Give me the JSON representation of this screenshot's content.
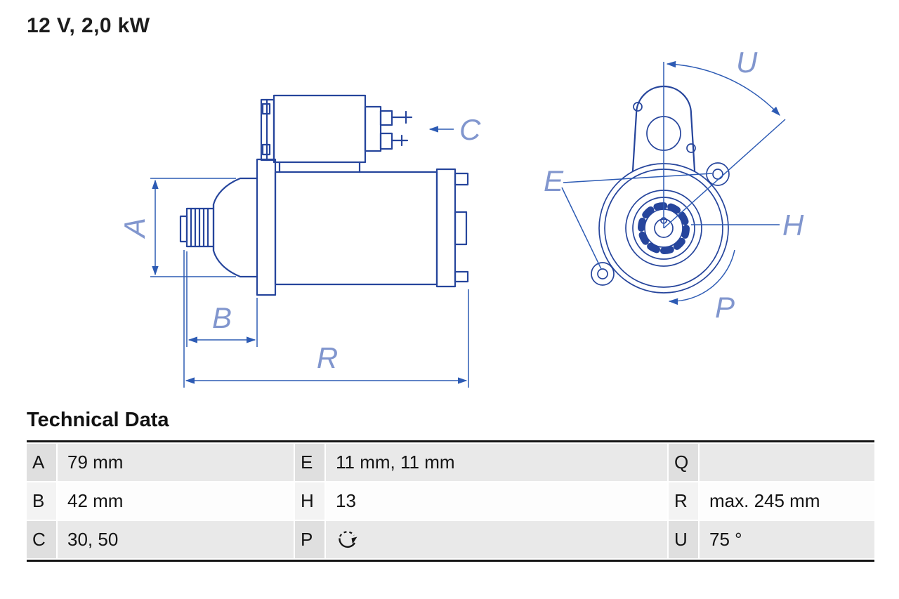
{
  "title": "12 V, 2,0 kW",
  "colors": {
    "outline": "#26459c",
    "dim": "#2d5bb4",
    "label": "#8196ce"
  },
  "drawing": {
    "description": "starter-motor side view and drive-end view with dimension callouts",
    "labels": {
      "A": "A",
      "B": "B",
      "C": "C",
      "R": "R",
      "U": "U",
      "E": "E",
      "H": "H",
      "P": "P"
    }
  },
  "technical_data": {
    "heading": "Technical Data",
    "rows": [
      [
        {
          "key": "A",
          "value": "79 mm"
        },
        {
          "key": "E",
          "value": "11 mm, 11 mm"
        },
        {
          "key": "Q",
          "value": ""
        }
      ],
      [
        {
          "key": "B",
          "value": "42 mm"
        },
        {
          "key": "H",
          "value": "13"
        },
        {
          "key": "R",
          "value": "max. 245 mm"
        }
      ],
      [
        {
          "key": "C",
          "value": "30, 50"
        },
        {
          "key": "P",
          "value": "",
          "icon": "rotation-direction-clockwise"
        },
        {
          "key": "U",
          "value": "75 °"
        }
      ]
    ]
  }
}
